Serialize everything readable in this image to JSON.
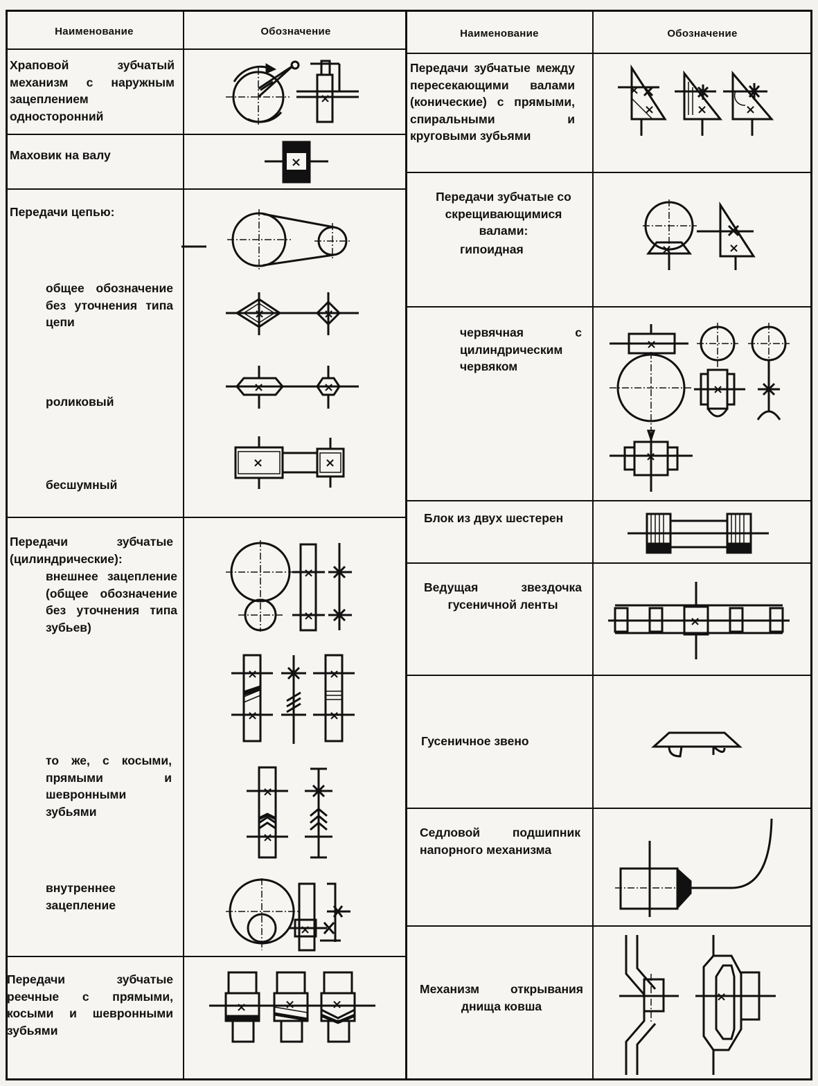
{
  "headers": {
    "left_name": "Наименование",
    "left_symbol": "Обозначение",
    "right_name": "Наименование",
    "right_symbol": "Обозначение"
  },
  "left_column": {
    "ratchet": "Храповой зубчатый механизм с наружным зацеплением односторонний",
    "flywheel": "Маховик на валу",
    "chain_title": "Передачи цепью:",
    "chain_general": "общее обозначение без уточнения типа цепи",
    "chain_roller": "роликовый",
    "chain_silent": "бесшумный",
    "spur_title": "Передачи зубчатые (цилиндрические):",
    "spur_external": "внешнее зацепление (общее обозначение без уточнения типа зубьев)",
    "spur_helical": "то же, с косыми, прямыми и шевронными зубьями",
    "spur_internal": "внутреннее зацепление",
    "rack": "Передачи зубчатые реечные с прямыми, косыми и шевронными зубьями"
  },
  "right_column": {
    "bevel": "Передачи зубчатые между пересекающими валами (конические) с прямыми, спиральными и круговыми зубьями",
    "crossed_title": "Передачи зубчатые со скрещивающимися валами:",
    "hypoid": "гипоидная",
    "worm": "червячная с цилиндрическим червяком",
    "gear_block": "Блок из двух шестерен",
    "sprocket": "Ведущая звездочка гусеничной ленты",
    "track_link": "Гусеничное звено",
    "saddle_bearing": "Седловой подшипник напорного механизма",
    "bucket_mechanism": "Механизм открывания днища ковша"
  },
  "icons": [
    "ratchet-mechanism-icon",
    "flywheel-icon",
    "chain-drive-general-icon",
    "chain-diamond-icon",
    "chain-roller-icon",
    "chain-silent-icon",
    "spur-gear-external-icon",
    "spur-gear-helical-icon",
    "spur-gear-herringbone-icon",
    "spur-gear-internal-icon",
    "rack-gear-icon",
    "bevel-gear-icon",
    "hypoid-gear-icon",
    "worm-gear-icon",
    "gear-block-icon",
    "track-sprocket-icon",
    "track-link-icon",
    "saddle-bearing-icon",
    "bucket-bottom-mechanism-icon"
  ],
  "colors": {
    "ink": "#111111",
    "paper": "#f6f5f1"
  }
}
